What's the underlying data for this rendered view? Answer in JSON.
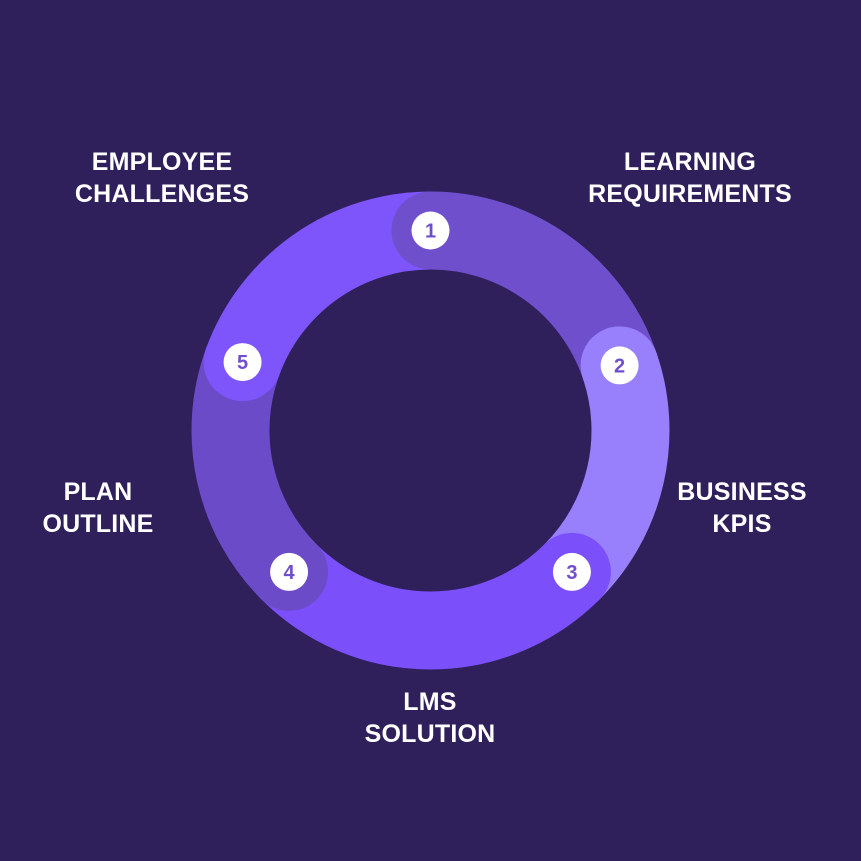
{
  "diagram": {
    "background": "#2f1f5b",
    "steps": [
      {
        "number": "1",
        "line1": "EMPLOYEE",
        "line2": "CHALLENGES",
        "color": "#6f4fcc"
      },
      {
        "number": "2",
        "line1": "LEARNING",
        "line2": "REQUIREMENTS",
        "color": "#9880fc"
      },
      {
        "number": "3",
        "line1": "BUSINESS",
        "line2": "KPIS",
        "color": "#7b50fa"
      },
      {
        "number": "4",
        "line1": "LMS",
        "line2": "SOLUTION",
        "color": "#6c4bc8"
      },
      {
        "number": "5",
        "line1": "PLAN",
        "line2": "OUTLINE",
        "color": "#7e55fb"
      }
    ],
    "badge_fill": "#ffffff",
    "badge_text_color": "#6f4fcc"
  }
}
